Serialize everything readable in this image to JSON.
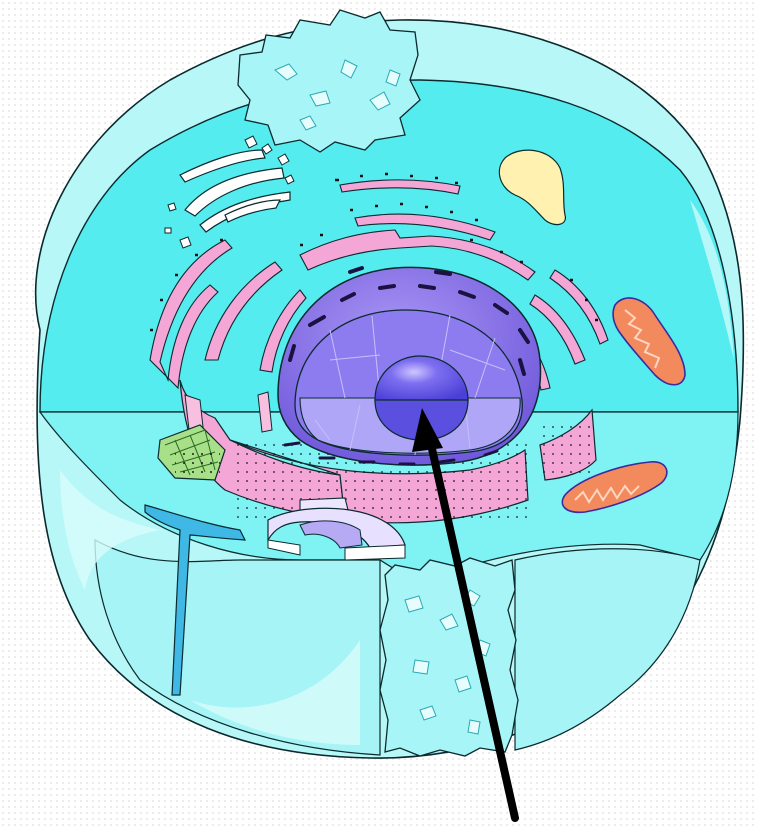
{
  "diagram": {
    "subject": "",
    "colors": {
      "cytoplasm_light": "#b7f7f7",
      "cytoplasm_mid": "#55ecf0",
      "cytoplasm_dark": "#2fd6e0",
      "outline": "#0b2a2e",
      "nucleus": "#7a60e6",
      "nucleus_inner": "#9b8cf2",
      "nucleolus": "#5b4fe0",
      "er": "#f4a6d6",
      "mitochondrion": "#f28a5e",
      "vacuole": "#fff2b0",
      "centriole": "#a8e08a",
      "arrow": "#000000"
    },
    "parts": [
      {
        "id": "cell-membrane",
        "icon": "membrane"
      },
      {
        "id": "cytoplasm",
        "icon": "cytoplasm"
      },
      {
        "id": "nucleus",
        "icon": "nucleus"
      },
      {
        "id": "nucleolus",
        "icon": "nucleolus"
      },
      {
        "id": "rough-er",
        "icon": "rough-er"
      },
      {
        "id": "smooth-er",
        "icon": "smooth-er"
      },
      {
        "id": "golgi-apparatus",
        "icon": "golgi"
      },
      {
        "id": "mitochondria",
        "icon": "mitochondrion"
      },
      {
        "id": "vacuole",
        "icon": "vacuole"
      },
      {
        "id": "centrioles",
        "icon": "centriole"
      },
      {
        "id": "cytoskeleton-blocks",
        "icon": "cytoskeleton"
      }
    ],
    "pointer": {
      "target": "nucleolus",
      "icon": "arrow"
    }
  }
}
